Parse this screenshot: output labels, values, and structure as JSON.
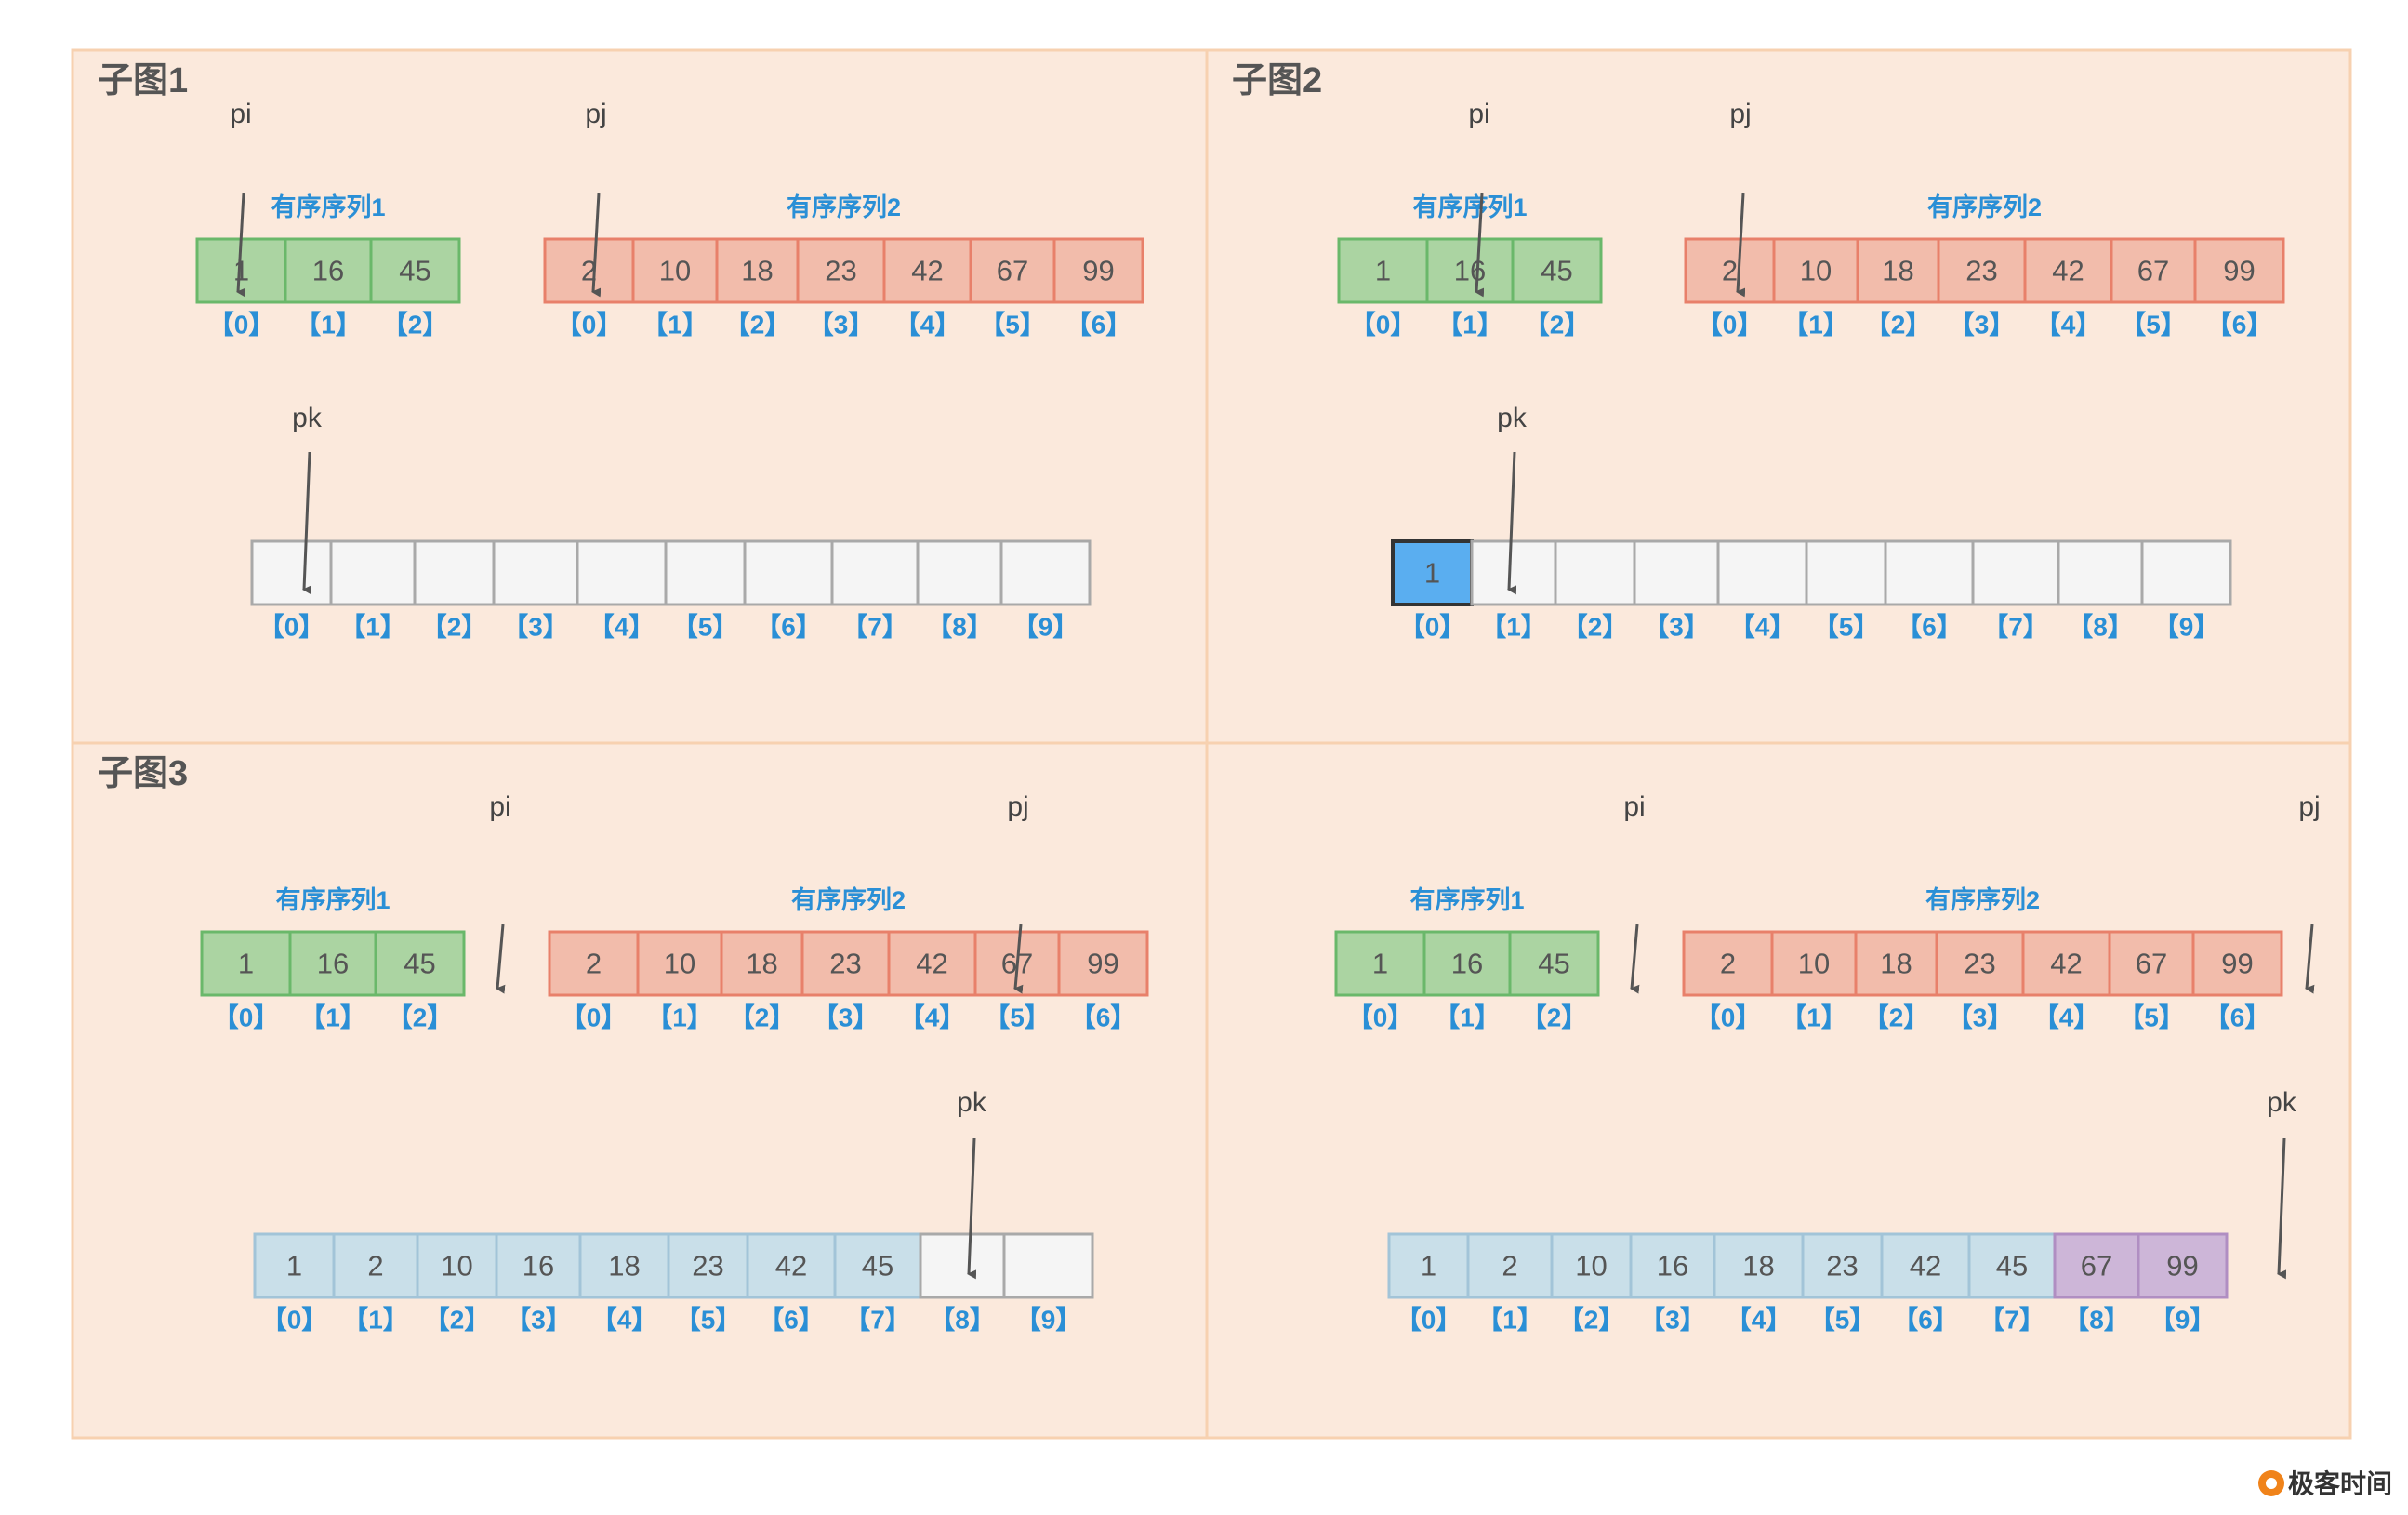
{
  "brand": {
    "name": "极客时间",
    "accent": "#f0831a"
  },
  "colors": {
    "panel_bg": "#fbe9dc",
    "panel_border": "#f7d1b0",
    "green_fill": "#abd4a2",
    "green_stroke": "#6ab86a",
    "red_fill": "#f2bcab",
    "red_stroke": "#e8806a",
    "empty_fill": "#f5f5f5",
    "empty_stroke": "#a9a9a9",
    "blue_fill": "#c9dfe9",
    "blue_stroke": "#a2c4d8",
    "bright_fill": "#5aaef0",
    "bright_stroke": "#333333",
    "purple_fill": "#cdb6d8",
    "purple_stroke": "#b08ec2",
    "index_color": "#2a8fd6",
    "arrow_color": "#555555"
  },
  "seq_labels": {
    "seq1": "有序序列1",
    "seq2": "有序序列2"
  },
  "pointer_labels": {
    "pi": "pi",
    "pj": "pj",
    "pk": "pk"
  },
  "panels": [
    {
      "title": "子图1",
      "seq1": {
        "values": [
          "1",
          "16",
          "45"
        ],
        "indices": [
          "【0】",
          "【1】",
          "【2】"
        ]
      },
      "seq2": {
        "values": [
          "2",
          "10",
          "18",
          "23",
          "42",
          "67",
          "99"
        ],
        "indices": [
          "【0】",
          "【1】",
          "【2】",
          "【3】",
          "【4】",
          "【5】",
          "【6】"
        ]
      },
      "result": {
        "values": [
          "",
          "",
          "",
          "",
          "",
          "",
          "",
          "",
          "",
          ""
        ],
        "styles": [
          "empty",
          "empty",
          "empty",
          "empty",
          "empty",
          "empty",
          "empty",
          "empty",
          "empty",
          "empty"
        ],
        "indices": [
          "【0】",
          "【1】",
          "【2】",
          "【3】",
          "【4】",
          "【5】",
          "【6】",
          "【7】",
          "【8】",
          "【9】"
        ]
      }
    },
    {
      "title": "子图2",
      "seq1": {
        "values": [
          "1",
          "16",
          "45"
        ],
        "indices": [
          "【0】",
          "【1】",
          "【2】"
        ]
      },
      "seq2": {
        "values": [
          "2",
          "10",
          "18",
          "23",
          "42",
          "67",
          "99"
        ],
        "indices": [
          "【0】",
          "【1】",
          "【2】",
          "【3】",
          "【4】",
          "【5】",
          "【6】"
        ]
      },
      "result": {
        "values": [
          "1",
          "",
          "",
          "",
          "",
          "",
          "",
          "",
          "",
          ""
        ],
        "styles": [
          "bright",
          "empty",
          "empty",
          "empty",
          "empty",
          "empty",
          "empty",
          "empty",
          "empty",
          "empty"
        ],
        "indices": [
          "【0】",
          "【1】",
          "【2】",
          "【3】",
          "【4】",
          "【5】",
          "【6】",
          "【7】",
          "【8】",
          "【9】"
        ]
      }
    },
    {
      "title": "子图3",
      "seq1": {
        "values": [
          "1",
          "16",
          "45"
        ],
        "indices": [
          "【0】",
          "【1】",
          "【2】"
        ]
      },
      "seq2": {
        "values": [
          "2",
          "10",
          "18",
          "23",
          "42",
          "67",
          "99"
        ],
        "indices": [
          "【0】",
          "【1】",
          "【2】",
          "【3】",
          "【4】",
          "【5】",
          "【6】"
        ]
      },
      "result": {
        "values": [
          "1",
          "2",
          "10",
          "16",
          "18",
          "23",
          "42",
          "45",
          "",
          ""
        ],
        "styles": [
          "blue",
          "blue",
          "blue",
          "blue",
          "blue",
          "blue",
          "blue",
          "blue",
          "empty",
          "empty"
        ],
        "indices": [
          "【0】",
          "【1】",
          "【2】",
          "【3】",
          "【4】",
          "【5】",
          "【6】",
          "【7】",
          "【8】",
          "【9】"
        ]
      }
    },
    {
      "title": "",
      "seq1": {
        "values": [
          "1",
          "16",
          "45"
        ],
        "indices": [
          "【0】",
          "【1】",
          "【2】"
        ]
      },
      "seq2": {
        "values": [
          "2",
          "10",
          "18",
          "23",
          "42",
          "67",
          "99"
        ],
        "indices": [
          "【0】",
          "【1】",
          "【2】",
          "【3】",
          "【4】",
          "【5】",
          "【6】"
        ]
      },
      "result": {
        "values": [
          "1",
          "2",
          "10",
          "16",
          "18",
          "23",
          "42",
          "45",
          "67",
          "99"
        ],
        "styles": [
          "blue",
          "blue",
          "blue",
          "blue",
          "blue",
          "blue",
          "blue",
          "blue",
          "purple",
          "purple"
        ],
        "indices": [
          "【0】",
          "【1】",
          "【2】",
          "【3】",
          "【4】",
          "【5】",
          "【6】",
          "【7】",
          "【8】",
          "【9】"
        ]
      }
    }
  ]
}
